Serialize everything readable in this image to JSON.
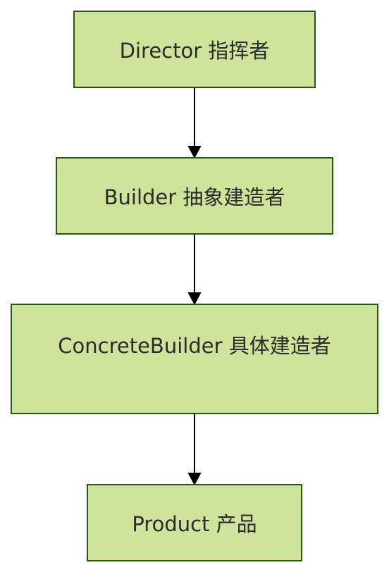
{
  "diagram": {
    "nodes": [
      {
        "id": "director",
        "label": "Director 指挥者"
      },
      {
        "id": "builder",
        "label": "Builder 抽象建造者"
      },
      {
        "id": "concrete_builder",
        "label": "ConcreteBuilder 具体建造者"
      },
      {
        "id": "product",
        "label": "Product 产品"
      }
    ],
    "edges": [
      {
        "from": "director",
        "to": "builder"
      },
      {
        "from": "builder",
        "to": "concrete_builder"
      },
      {
        "from": "concrete_builder",
        "to": "product"
      }
    ],
    "colors": {
      "node_fill": "#cfe39a",
      "node_border": "#1f5b10",
      "text": "#2b2b2b",
      "edge": "#000000"
    }
  }
}
